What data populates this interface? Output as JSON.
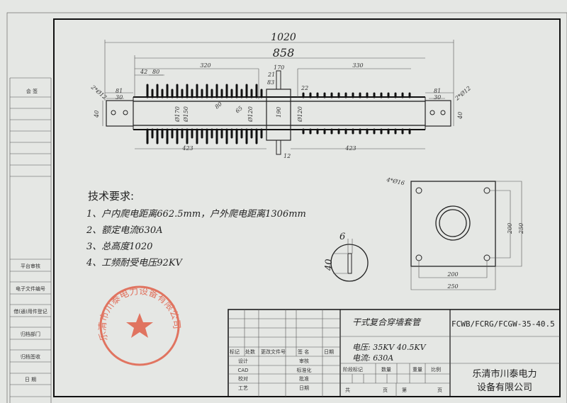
{
  "side_panel": {
    "countersign": "会 签",
    "rows": [
      "平台审核",
      "电子文件编号",
      "借(通)用件登记",
      "归档部门",
      "归档签收",
      "日  期"
    ]
  },
  "dims": {
    "overall": "1020",
    "body": "858",
    "shed_left": "320",
    "shed_right": "330",
    "d42": "42",
    "d80": "80",
    "d170": "170",
    "d21": "21",
    "d83": "83",
    "d22": "22",
    "d81": "81",
    "d30": "30",
    "holes": "2*Ø12",
    "d40": "40",
    "phi170": "Ø170",
    "phi150": "Ø150",
    "phi120": "Ø120",
    "d80b": "80",
    "d65": "65",
    "d190": "190",
    "d423": "423",
    "d12": "12",
    "slot_w": "6",
    "slot_h": "40",
    "plate_holes": "4*Ø16",
    "hole_span": "200",
    "plate_size": "250"
  },
  "requirements": {
    "title": "技术要求:",
    "items": [
      "1、户内爬电距离662.5mm，户外爬电距离1306mm",
      "2、额定电流630A",
      "3、总高度1020",
      "4、工频耐受电压92KV"
    ]
  },
  "stamp": {
    "text": "乐清市川泰电力设备有限公司",
    "color": "#e0604a"
  },
  "title_block": {
    "product_name": "干式复合穿墙套管",
    "model": "FCWB/FCRG/FCGW-35-40.5",
    "voltage": "电压: 35KV   40.5KV",
    "current": "电流: 630A",
    "company_line1": "乐清市川泰电力",
    "company_line2": "设备有限公司",
    "rev_header": [
      "标记",
      "处数",
      "更改文件号",
      "签 名",
      "日期"
    ],
    "roles_left": [
      "设计",
      "CAD",
      "校对",
      "工艺"
    ],
    "roles_right": [
      "审核",
      "标准化",
      "批准",
      "日期"
    ],
    "stage_header": [
      "阶段标记",
      "数量",
      "重量",
      "比例"
    ],
    "sheets": [
      "共",
      "页",
      "第",
      "页"
    ]
  }
}
